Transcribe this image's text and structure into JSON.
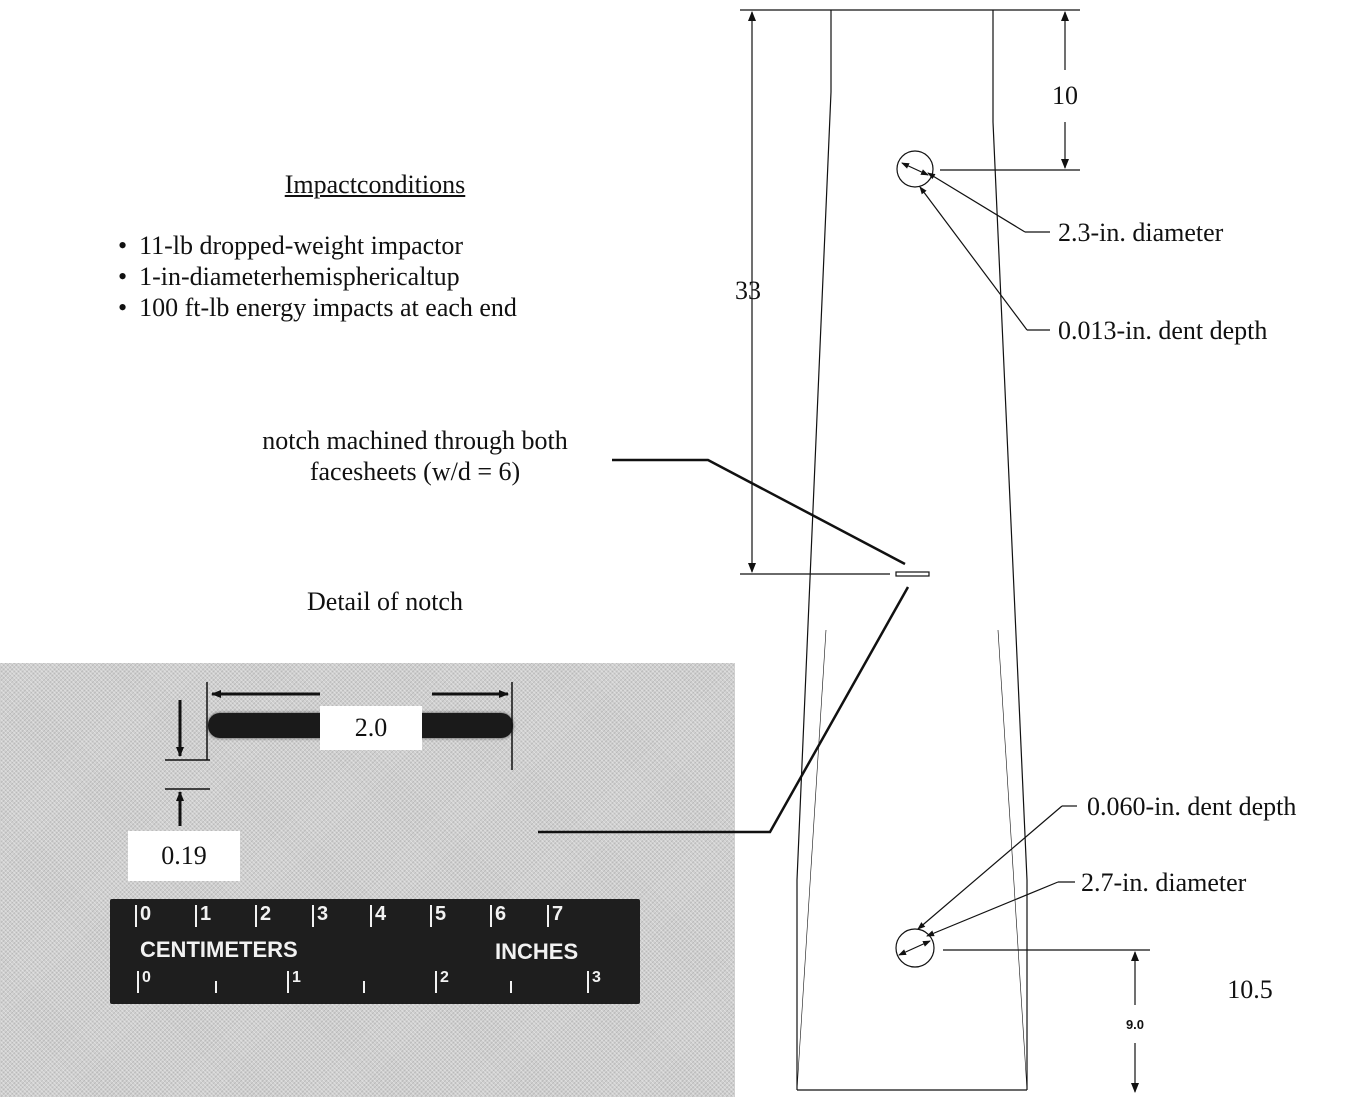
{
  "impact": {
    "title": "Impactconditions",
    "bullets": [
      "11-lb dropped-weight impactor",
      "1-in-diameterhemisphericaltup",
      "100 ft-lb energy impacts at each end"
    ]
  },
  "notch_label": "notch machined through both facesheets (w/d = 6)",
  "detail_label": "Detail of notch",
  "dimensions": {
    "top_offset": "10",
    "notch_position": "33",
    "bottom_offset_small": "9.0",
    "bottom_offset": "10.5",
    "notch_width": "2.0",
    "notch_height": "0.19"
  },
  "damage": {
    "upper_diameter": "2.3-in. diameter",
    "upper_dent": "0.013-in. dent depth",
    "lower_dent": "0.060-in. dent depth",
    "lower_diameter": "2.7-in. diameter"
  },
  "ruler": {
    "cm_label": "CENTIMETERS",
    "inch_label": "INCHES",
    "cm_ticks": [
      "0",
      "1",
      "2",
      "3",
      "4",
      "5",
      "6",
      "7"
    ],
    "inch_ticks": [
      "0",
      "1",
      "2",
      "3"
    ]
  }
}
